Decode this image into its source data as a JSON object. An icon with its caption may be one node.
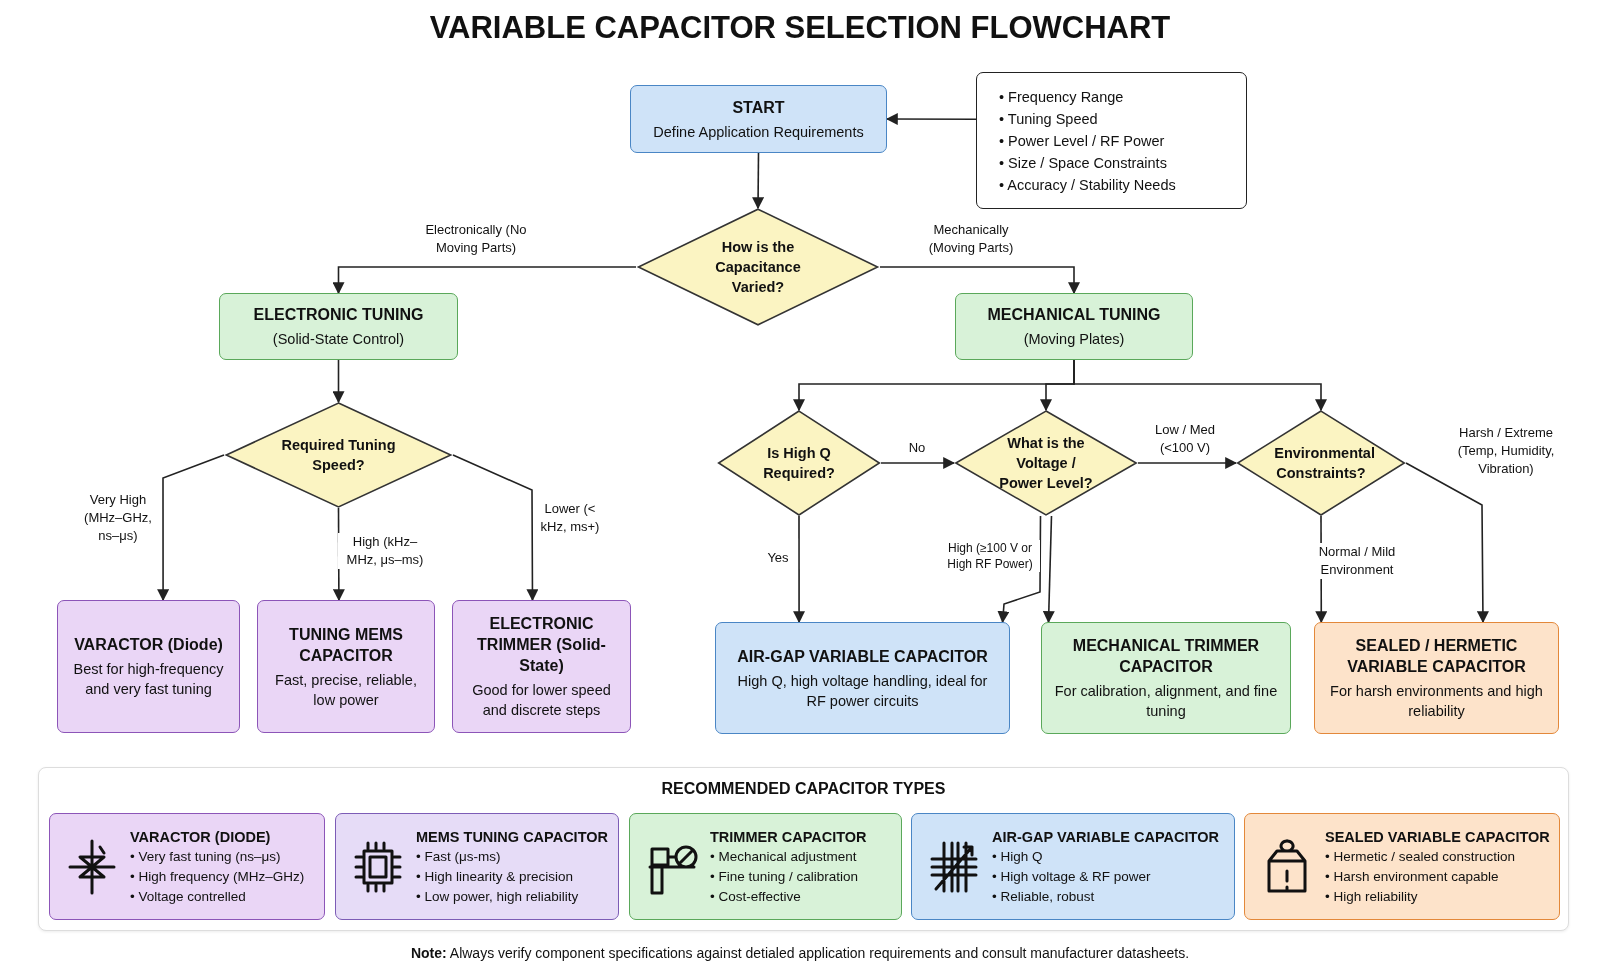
{
  "diagram": {
    "title": "VARIABLE CAPACITOR SELECTION FLOWCHART",
    "caption": "**Note:** Always verify component specifications against detialed application requirements and consult manufacturer datasheets.",
    "nodes": [
      {
        "text": [
          "START",
          "Define Application Requirements"
        ]
      },
      {
        "text": [
          "• Frequency Range",
          "• Tuning Speed",
          "• Power Level / RF Power",
          "• Size / Space Constraints",
          "• Accuracy / Stability Needs"
        ]
      },
      {
        "text": [
          "How is the Capacitance Varied?"
        ]
      },
      {
        "text": [
          "ELECTRONIC TUNING",
          "(Solid-State Control)"
        ]
      },
      {
        "text": [
          "MECHANICAL TUNING",
          "(Moving Plates)"
        ]
      },
      {
        "text": [
          "Required Tuning Speed?"
        ]
      },
      {
        "text": [
          "VARACTOR (Diode)",
          "Best for high-frequency and very fast tuning"
        ]
      },
      {
        "text": [
          "TUNING MEMS CAPACITOR",
          "Fast, precise, reliable, low power"
        ]
      },
      {
        "text": [
          "ELECTRONIC TRIMMER (Solid-State)",
          "Good for lower speed and discrete steps"
        ]
      },
      {
        "text": [
          "Is High Q Required?"
        ]
      },
      {
        "text": [
          "What is the Voltage / Power Level?"
        ]
      },
      {
        "text": [
          "Environmental Constraints?"
        ]
      },
      {
        "text": [
          "AIR-GAP VARIABLE CAPACITOR",
          "High Q, high voltage handling, ideal for RF power circuits"
        ]
      },
      {
        "text": [
          "MECHANICAL TRIMMER CAPACITOR",
          "For calibration, alignment, and fine tuning"
        ]
      },
      {
        "text": [
          "SEALED / HERMETIC VARIABLE CAPACITOR",
          "For harsh environments and high reliability"
        ]
      },
      {
        "text": [
          "RECOMMENDED CAPACITOR TYPES"
        ]
      },
      {
        "text": [
          "VARACTOR (DIODE)",
          "• Very fast tuning (ns–μs)",
          "• High frequency (MHz–GHz)",
          "• Voltage contrelled"
        ],
        "in": 15
      },
      {
        "text": [
          "MEMS TUNING CAPACITOR",
          "• Fast (μs-ms)",
          "• High linearity & precision",
          "• Low power, high reliability"
        ],
        "in": 15
      },
      {
        "text": [
          "TRIMMER CAPACITOR",
          "• Mechanical adjustment",
          "• Fine tuning / calibration",
          "• Cost-effective"
        ],
        "in": 15
      },
      {
        "text": [
          "AIR-GAP VARIABLE CAPACITOR",
          "• High Q",
          "• High voltage & RF power",
          "• Reliable, robust"
        ],
        "in": 15
      },
      {
        "text": [
          "SEALED VARIABLE CAPACITOR",
          "• Hermetic / sealed construction",
          "• Harsh environment capable",
          "• High reliability"
        ],
        "in": 15
      }
    ],
    "edges": [
      {
        "from": 1,
        "to": 0,
        "arrow": "to"
      },
      {
        "from": 0,
        "to": 2,
        "arrow": "to"
      },
      {
        "from": 2,
        "to": 3,
        "arrow": "to",
        "label": "Electronically (No Moving Parts)"
      },
      {
        "from": 2,
        "to": 4,
        "arrow": "to",
        "label": "Mechanically (Moving Parts)"
      },
      {
        "from": 3,
        "to": 5,
        "arrow": "to"
      },
      {
        "from": 5,
        "to": 6,
        "arrow": "to",
        "label": "Very High (MHz–GHz, ns–μs)"
      },
      {
        "from": 5,
        "to": 7,
        "arrow": "to",
        "label": "High (kHz–MHz, μs–ms)"
      },
      {
        "from": 5,
        "to": 8,
        "arrow": "to",
        "label": "Lower (< kHz, ms+)"
      },
      {
        "from": 4,
        "to": 9,
        "arrow": "to"
      },
      {
        "from": 4,
        "to": 10,
        "arrow": "to"
      },
      {
        "from": 4,
        "to": 11,
        "arrow": "to"
      },
      {
        "from": 9,
        "to": 10,
        "arrow": "to",
        "label": "No"
      },
      {
        "from": 9,
        "to": 12,
        "arrow": "to",
        "label": "Yes"
      },
      {
        "from": 10,
        "to": 11,
        "arrow": "to",
        "label": "Low / Med (<100 V)"
      },
      {
        "from": 10,
        "to": 12,
        "arrow": "to",
        "label": "High (≥100 V or High RF Power)"
      },
      {
        "from": 10,
        "to": 13,
        "arrow": "to"
      },
      {
        "from": 11,
        "to": 14,
        "arrow": "to",
        "label": "Harsh / Extreme (Temp, Humidity, Vibration)"
      },
      {
        "from": 11,
        "to": 14,
        "arrow": "to",
        "label": "Normal / Mild Environment"
      }
    ]
  }
}
